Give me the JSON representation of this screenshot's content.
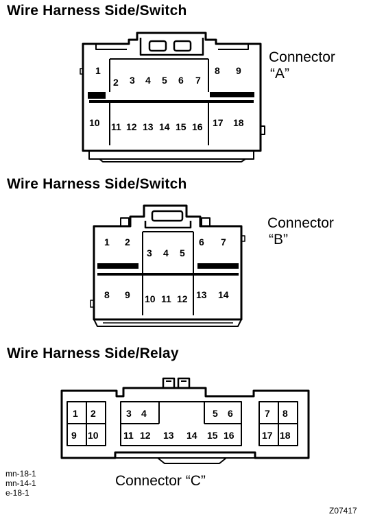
{
  "connector_a": {
    "heading": "Wire Harness Side/Switch",
    "label_line1": "Connector",
    "label_line2": "“A”",
    "pins": [
      "1",
      "2",
      "3",
      "4",
      "5",
      "6",
      "7",
      "8",
      "9",
      "10",
      "11",
      "12",
      "13",
      "14",
      "15",
      "16",
      "17",
      "18"
    ]
  },
  "connector_b": {
    "heading": "Wire Harness Side/Switch",
    "label_line1": "Connector",
    "label_line2": "“B”",
    "pins": [
      "1",
      "2",
      "3",
      "4",
      "5",
      "6",
      "7",
      "8",
      "9",
      "10",
      "11",
      "12",
      "13",
      "14"
    ]
  },
  "connector_c": {
    "heading": "Wire Harness Side/Relay",
    "label": "Connector “C”",
    "pins": [
      "1",
      "2",
      "3",
      "4",
      "5",
      "6",
      "7",
      "8",
      "9",
      "10",
      "11",
      "12",
      "13",
      "14",
      "15",
      "16",
      "17",
      "18"
    ]
  },
  "reference_codes": [
    "mn-18-1",
    "mn-14-1",
    "e-18-1"
  ],
  "figure_id": "Z07417"
}
